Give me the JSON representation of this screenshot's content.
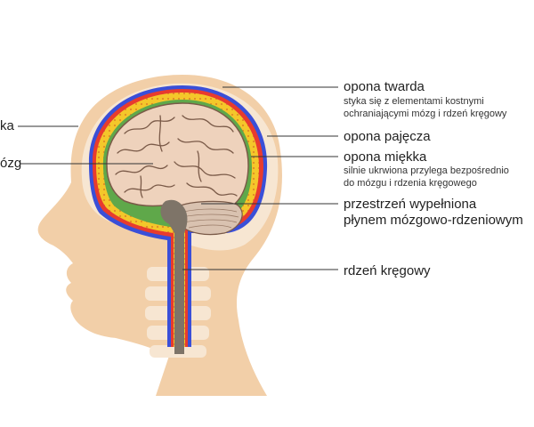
{
  "labels": {
    "left_top": "ka",
    "left_mid": "ózg",
    "dura": "opona twarda",
    "dura_desc_1": "styka się z elementami kostnymi",
    "dura_desc_2": "ochraniającymi mózg i rdzeń kręgowy",
    "arachnoid": "opona pajęcza",
    "pia": "opona miękka",
    "pia_desc_1": "silnie ukrwiona przylega bezpośrednio",
    "pia_desc_2": "do mózgu i rdzenia kręgowego",
    "csf_1": "przestrzeń wypełniona",
    "csf_2": "płynem mózgowo-rdzeniowym",
    "spinal": "rdzeń kręgowy"
  },
  "colors": {
    "skin": "#f2cfa8",
    "bone": "#f7e6d2",
    "dura": "#3a4fd8",
    "arachnoid": "#e83b2e",
    "csf": "#f4c72a",
    "pia": "#5fa84a",
    "brain": "#eed2bc",
    "brain_outline": "#7a5a48",
    "cerebellum": "#d9c2b0",
    "brainstem": "#7e7468",
    "leader": "#333333"
  }
}
